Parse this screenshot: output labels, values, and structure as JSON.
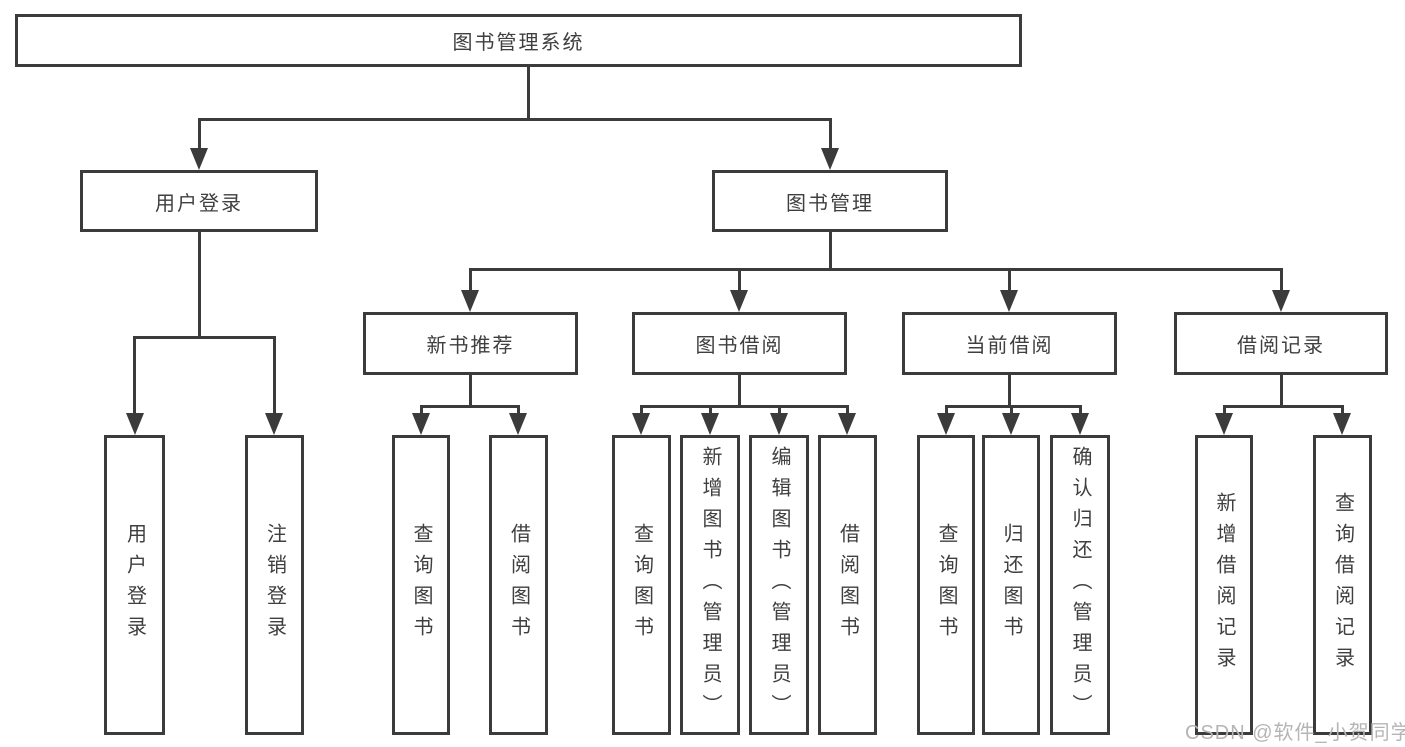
{
  "colors": {
    "line": "#3b3b3b",
    "text": "#3f3f3f",
    "box-bg": "#ffffff",
    "background": "#ffffff",
    "watermark": "#b5b5b5"
  },
  "nodes": {
    "root": "图书管理系统",
    "level2": {
      "user_login": "用户登录",
      "book_mgmt": "图书管理"
    },
    "level3": {
      "new_books": "新书推荐",
      "book_borrow": "图书借阅",
      "current_borrow": "当前借阅",
      "borrow_records": "借阅记录"
    },
    "leaves": {
      "login": "用户登录",
      "logout": "注销登录",
      "nb_query": "查询图书",
      "nb_borrow": "借阅图书",
      "bb_query": "查询图书",
      "bb_add": "新增图书（管理员）",
      "bb_edit": "编辑图书（管理员）",
      "bb_borrow": "借阅图书",
      "cb_query": "查询图书",
      "cb_return": "归还图书",
      "cb_confirm": "确认归还（管理员）",
      "br_add": "新增借阅记录",
      "br_query": "查询借阅记录"
    }
  },
  "watermark": "CSDN @软件_小贺同学"
}
